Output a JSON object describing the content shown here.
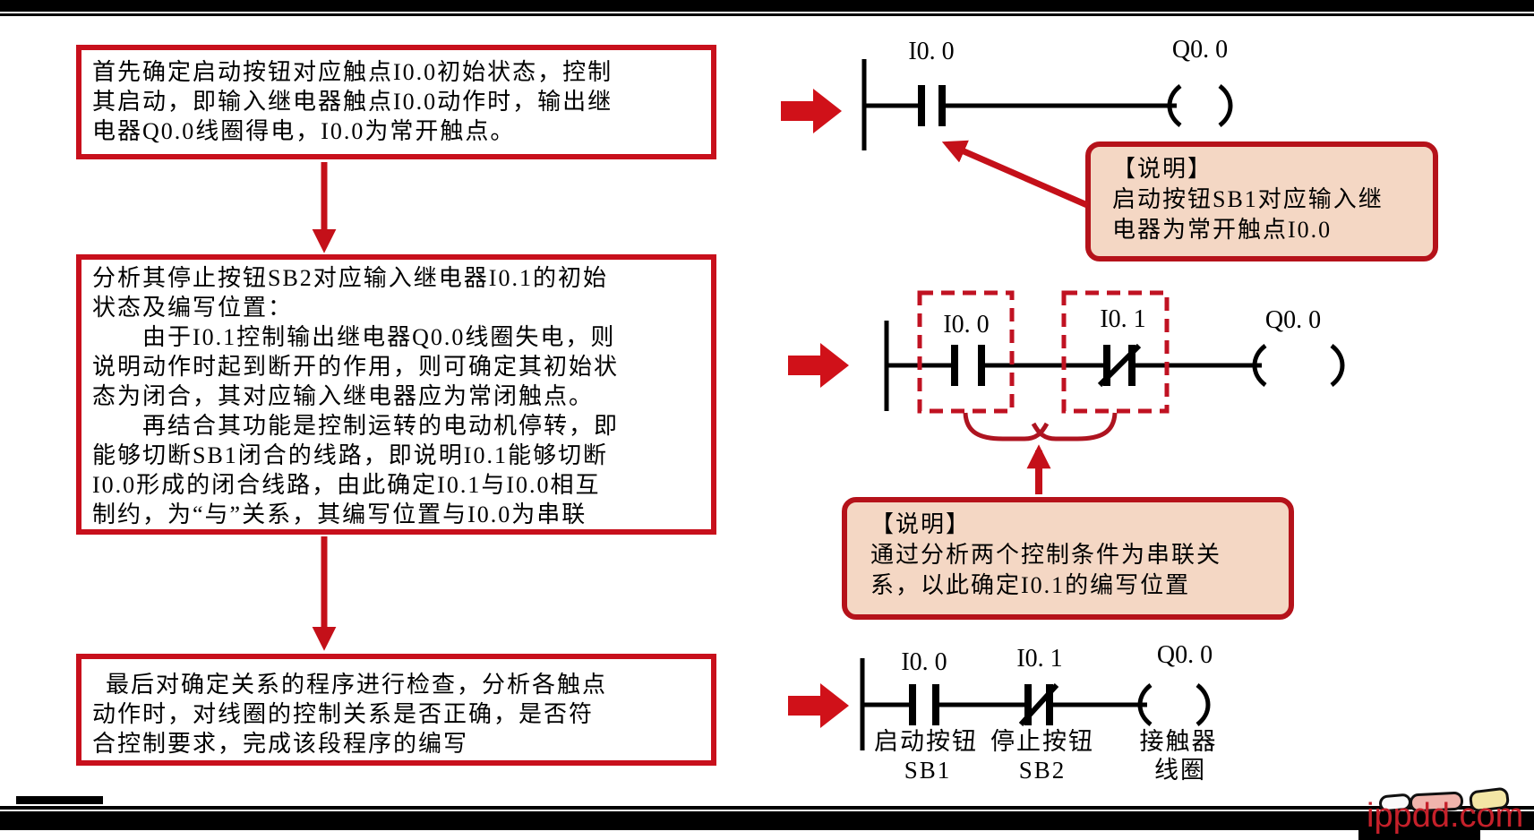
{
  "flowchart": {
    "box1": "首先确定启动按钮对应触点I0.0初始状态，控制\n其启动，即输入继电器触点I0.0动作时，输出继\n电器Q0.0线圈得电，I0.0为常开触点。",
    "box2": "分析其停止按钮SB2对应输入继电器I0.1的初始\n状态及编写位置：\n　　由于I0.1控制输出继电器Q0.0线圈失电，则\n说明动作时起到断开的作用，则可确定其初始状\n态为闭合，其对应输入继电器应为常闭触点。\n　　再结合其功能是控制运转的电动机停转，即\n能够切断SB1闭合的线路，即说明I0.1能够切断\nI0.0形成的闭合线路，由此确定I0.1与I0.0相互\n制约，为“与”关系，其编写位置与I0.0为串联",
    "box3": " 最后对确定关系的程序进行检查，分析各触点\n动作时，对线圈的控制关系是否正确，是否符\n合控制要求，完成该段程序的编写"
  },
  "callouts": {
    "callout1": {
      "title": "【说明】",
      "body": "启动按钮SB1对应输入继\n电器为常开触点I0.0"
    },
    "callout2": {
      "title": "【说明】",
      "body": "通过分析两个控制条件为串联关\n系，以此确定I0.1的编写位置"
    }
  },
  "ladders": {
    "rung1": {
      "contact1": "I0. 0",
      "coil": "Q0. 0"
    },
    "rung2": {
      "contact1": "I0. 0",
      "contact2": "I0. 1",
      "coil": "Q0. 0"
    },
    "rung3": {
      "contact1": "I0. 0",
      "contact2": "I0. 1",
      "coil": "Q0. 0",
      "contact1_name": "启动按钮",
      "contact1_ref": "SB1",
      "contact2_name": "停止按钮",
      "contact2_ref": "SB2",
      "coil_name": "接触器",
      "coil_name2": "线圈"
    }
  },
  "watermark": {
    "text": "ippdd.com"
  },
  "colors": {
    "flow_box_border": "#c8101c",
    "callout_border": "#b5121a",
    "callout_bg": "#f4d7c4",
    "diagram_red": "#c41019",
    "dashed_red": "#c01222",
    "ladder_black": "#000000",
    "watermark_red": "#c5202a"
  }
}
